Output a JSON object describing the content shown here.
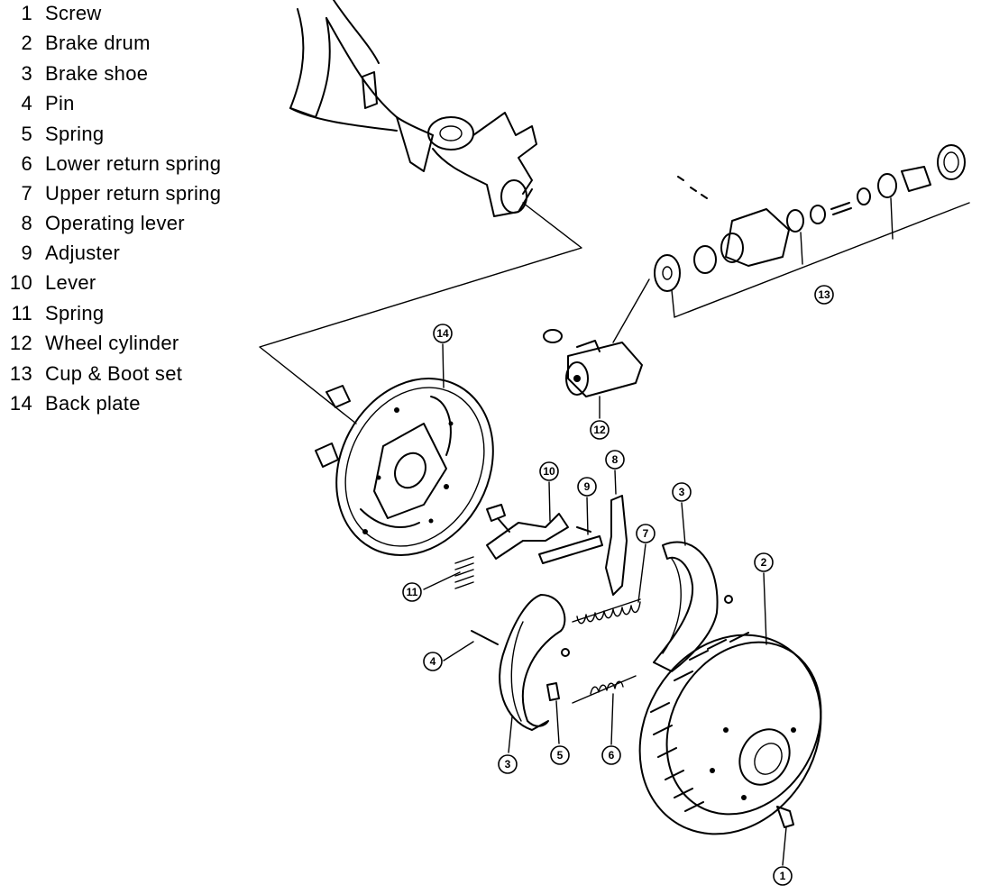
{
  "legend": [
    {
      "num": "1",
      "label": "Screw"
    },
    {
      "num": "2",
      "label": "Brake drum"
    },
    {
      "num": "3",
      "label": "Brake shoe"
    },
    {
      "num": "4",
      "label": "Pin"
    },
    {
      "num": "5",
      "label": "Spring"
    },
    {
      "num": "6",
      "label": "Lower return spring"
    },
    {
      "num": "7",
      "label": "Upper return spring"
    },
    {
      "num": "8",
      "label": "Operating lever"
    },
    {
      "num": "9",
      "label": "Adjuster"
    },
    {
      "num": "10",
      "label": "Lever"
    },
    {
      "num": "11",
      "label": "Spring"
    },
    {
      "num": "12",
      "label": "Wheel cylinder"
    },
    {
      "num": "13",
      "label": "Cup & Boot set"
    },
    {
      "num": "14",
      "label": "Back plate"
    }
  ],
  "callouts": [
    "1",
    "2",
    "3",
    "3",
    "4",
    "5",
    "6",
    "7",
    "8",
    "9",
    "10",
    "11",
    "12",
    "13",
    "14"
  ]
}
